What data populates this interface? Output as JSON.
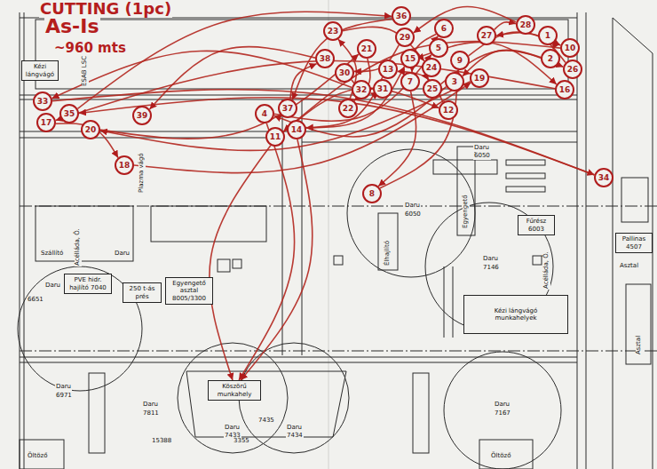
{
  "diagram": {
    "title": "CUTTING (1pc)",
    "nodes": [
      {
        "text": [
          "1"
        ]
      },
      {
        "text": [
          "2"
        ]
      },
      {
        "text": [
          "3"
        ]
      },
      {
        "text": [
          "4"
        ]
      },
      {
        "text": [
          "5"
        ]
      },
      {
        "text": [
          "6"
        ]
      },
      {
        "text": [
          "7"
        ]
      },
      {
        "text": [
          "8"
        ]
      },
      {
        "text": [
          "9"
        ]
      },
      {
        "text": [
          "10"
        ]
      },
      {
        "text": [
          "11"
        ]
      },
      {
        "text": [
          "12"
        ]
      },
      {
        "text": [
          "13"
        ]
      },
      {
        "text": [
          "14"
        ]
      },
      {
        "text": [
          "15"
        ]
      },
      {
        "text": [
          "16"
        ]
      },
      {
        "text": [
          "17"
        ]
      },
      {
        "text": [
          "18"
        ]
      },
      {
        "text": [
          "19"
        ]
      },
      {
        "text": [
          "20"
        ]
      },
      {
        "text": [
          "21"
        ]
      },
      {
        "text": [
          "22"
        ]
      },
      {
        "text": [
          "23"
        ]
      },
      {
        "text": [
          "24"
        ]
      },
      {
        "text": [
          "25"
        ]
      },
      {
        "text": [
          "26"
        ]
      },
      {
        "text": [
          "27"
        ]
      },
      {
        "text": [
          "28"
        ]
      },
      {
        "text": [
          "29"
        ]
      },
      {
        "text": [
          "30"
        ]
      },
      {
        "text": [
          "31"
        ]
      },
      {
        "text": [
          "32"
        ]
      },
      {
        "text": [
          "33"
        ]
      },
      {
        "text": [
          "34"
        ]
      },
      {
        "text": [
          "35"
        ]
      },
      {
        "text": [
          "36"
        ]
      },
      {
        "text": [
          "37"
        ]
      },
      {
        "text": [
          "38"
        ]
      },
      {
        "text": [
          "39"
        ]
      },
      {
        "text": [
          "Kézi lángvágó"
        ]
      },
      {
        "text": [
          "PVE hidr. hajlító 7040"
        ]
      },
      {
        "text": [
          "250 t-ás prés"
        ]
      },
      {
        "text": [
          "Egyengető asztal 8005/3300"
        ]
      },
      {
        "text": [
          "Köszörű munkahely"
        ]
      },
      {
        "text": [
          "Fűrész 6003"
        ]
      },
      {
        "text": [
          "Kézi lángvágó munkahelyek"
        ]
      },
      {
        "text": [
          "Pallinas 4507"
        ]
      }
    ],
    "edges": [
      {
        "from": 0,
        "to": 1,
        "arrow": "to"
      },
      {
        "from": 1,
        "to": 2,
        "arrow": "to"
      },
      {
        "from": 2,
        "to": 3,
        "arrow": "to"
      },
      {
        "from": 3,
        "to": 4,
        "arrow": "to"
      },
      {
        "from": 4,
        "to": 5,
        "arrow": "to"
      },
      {
        "from": 5,
        "to": 6,
        "arrow": "to"
      },
      {
        "from": 6,
        "to": 7,
        "arrow": "to"
      },
      {
        "from": 7,
        "to": 8,
        "arrow": "to"
      },
      {
        "from": 8,
        "to": 9,
        "arrow": "to"
      },
      {
        "from": 9,
        "to": 10,
        "arrow": "to"
      },
      {
        "from": 10,
        "to": 11,
        "arrow": "to"
      },
      {
        "from": 11,
        "to": 12,
        "arrow": "to"
      },
      {
        "from": 12,
        "to": 13,
        "arrow": "to"
      },
      {
        "from": 13,
        "to": 14,
        "arrow": "to"
      },
      {
        "from": 14,
        "to": 15,
        "arrow": "to"
      },
      {
        "from": 15,
        "to": 16,
        "arrow": "to"
      },
      {
        "from": 16,
        "to": 17,
        "arrow": "to"
      },
      {
        "from": 17,
        "to": 18,
        "arrow": "to"
      },
      {
        "from": 18,
        "to": 19,
        "arrow": "to"
      },
      {
        "from": 19,
        "to": 20,
        "arrow": "to"
      },
      {
        "from": 20,
        "to": 21,
        "arrow": "to"
      },
      {
        "from": 21,
        "to": 22,
        "arrow": "to"
      },
      {
        "from": 22,
        "to": 23,
        "arrow": "to"
      },
      {
        "from": 23,
        "to": 24,
        "arrow": "to"
      },
      {
        "from": 24,
        "to": 25,
        "arrow": "to"
      },
      {
        "from": 25,
        "to": 26,
        "arrow": "to"
      },
      {
        "from": 26,
        "to": 27,
        "arrow": "to"
      },
      {
        "from": 27,
        "to": 28,
        "arrow": "to"
      },
      {
        "from": 28,
        "to": 29,
        "arrow": "to"
      },
      {
        "from": 29,
        "to": 30,
        "arrow": "to"
      },
      {
        "from": 30,
        "to": 31,
        "arrow": "to"
      },
      {
        "from": 31,
        "to": 32,
        "arrow": "to"
      },
      {
        "from": 32,
        "to": 33,
        "arrow": "to"
      },
      {
        "from": 33,
        "to": 34,
        "arrow": "to"
      },
      {
        "from": 34,
        "to": 35,
        "arrow": "to"
      },
      {
        "from": 35,
        "to": 36,
        "arrow": "to"
      },
      {
        "from": 36,
        "to": 37,
        "arrow": "to"
      },
      {
        "from": 37,
        "to": 38,
        "arrow": "to"
      },
      {
        "from": 3,
        "to": 43,
        "arrow": "to"
      },
      {
        "from": 10,
        "to": 43,
        "arrow": "to"
      },
      {
        "from": 13,
        "to": 43,
        "arrow": "to"
      }
    ],
    "labels": [
      "As-Is",
      "~960 mts",
      "ESAB LSC",
      "Plazma vágó",
      "Daru",
      "6050",
      "Egyengető",
      "Élhajlító",
      "Daru",
      "6050",
      "Daru",
      "7146",
      "Acélláda, Ö.",
      "Acélláda, Ö.",
      "Asztal",
      "Asztal",
      "Szállító",
      "Daru",
      "Daru",
      "6651",
      "Daru",
      "7433",
      "Daru",
      "7434",
      "7435",
      "Daru",
      "6971",
      "Daru",
      "7811",
      "15388",
      "3355",
      "Daru",
      "7167",
      "Öltöző",
      "Öltöző"
    ]
  }
}
